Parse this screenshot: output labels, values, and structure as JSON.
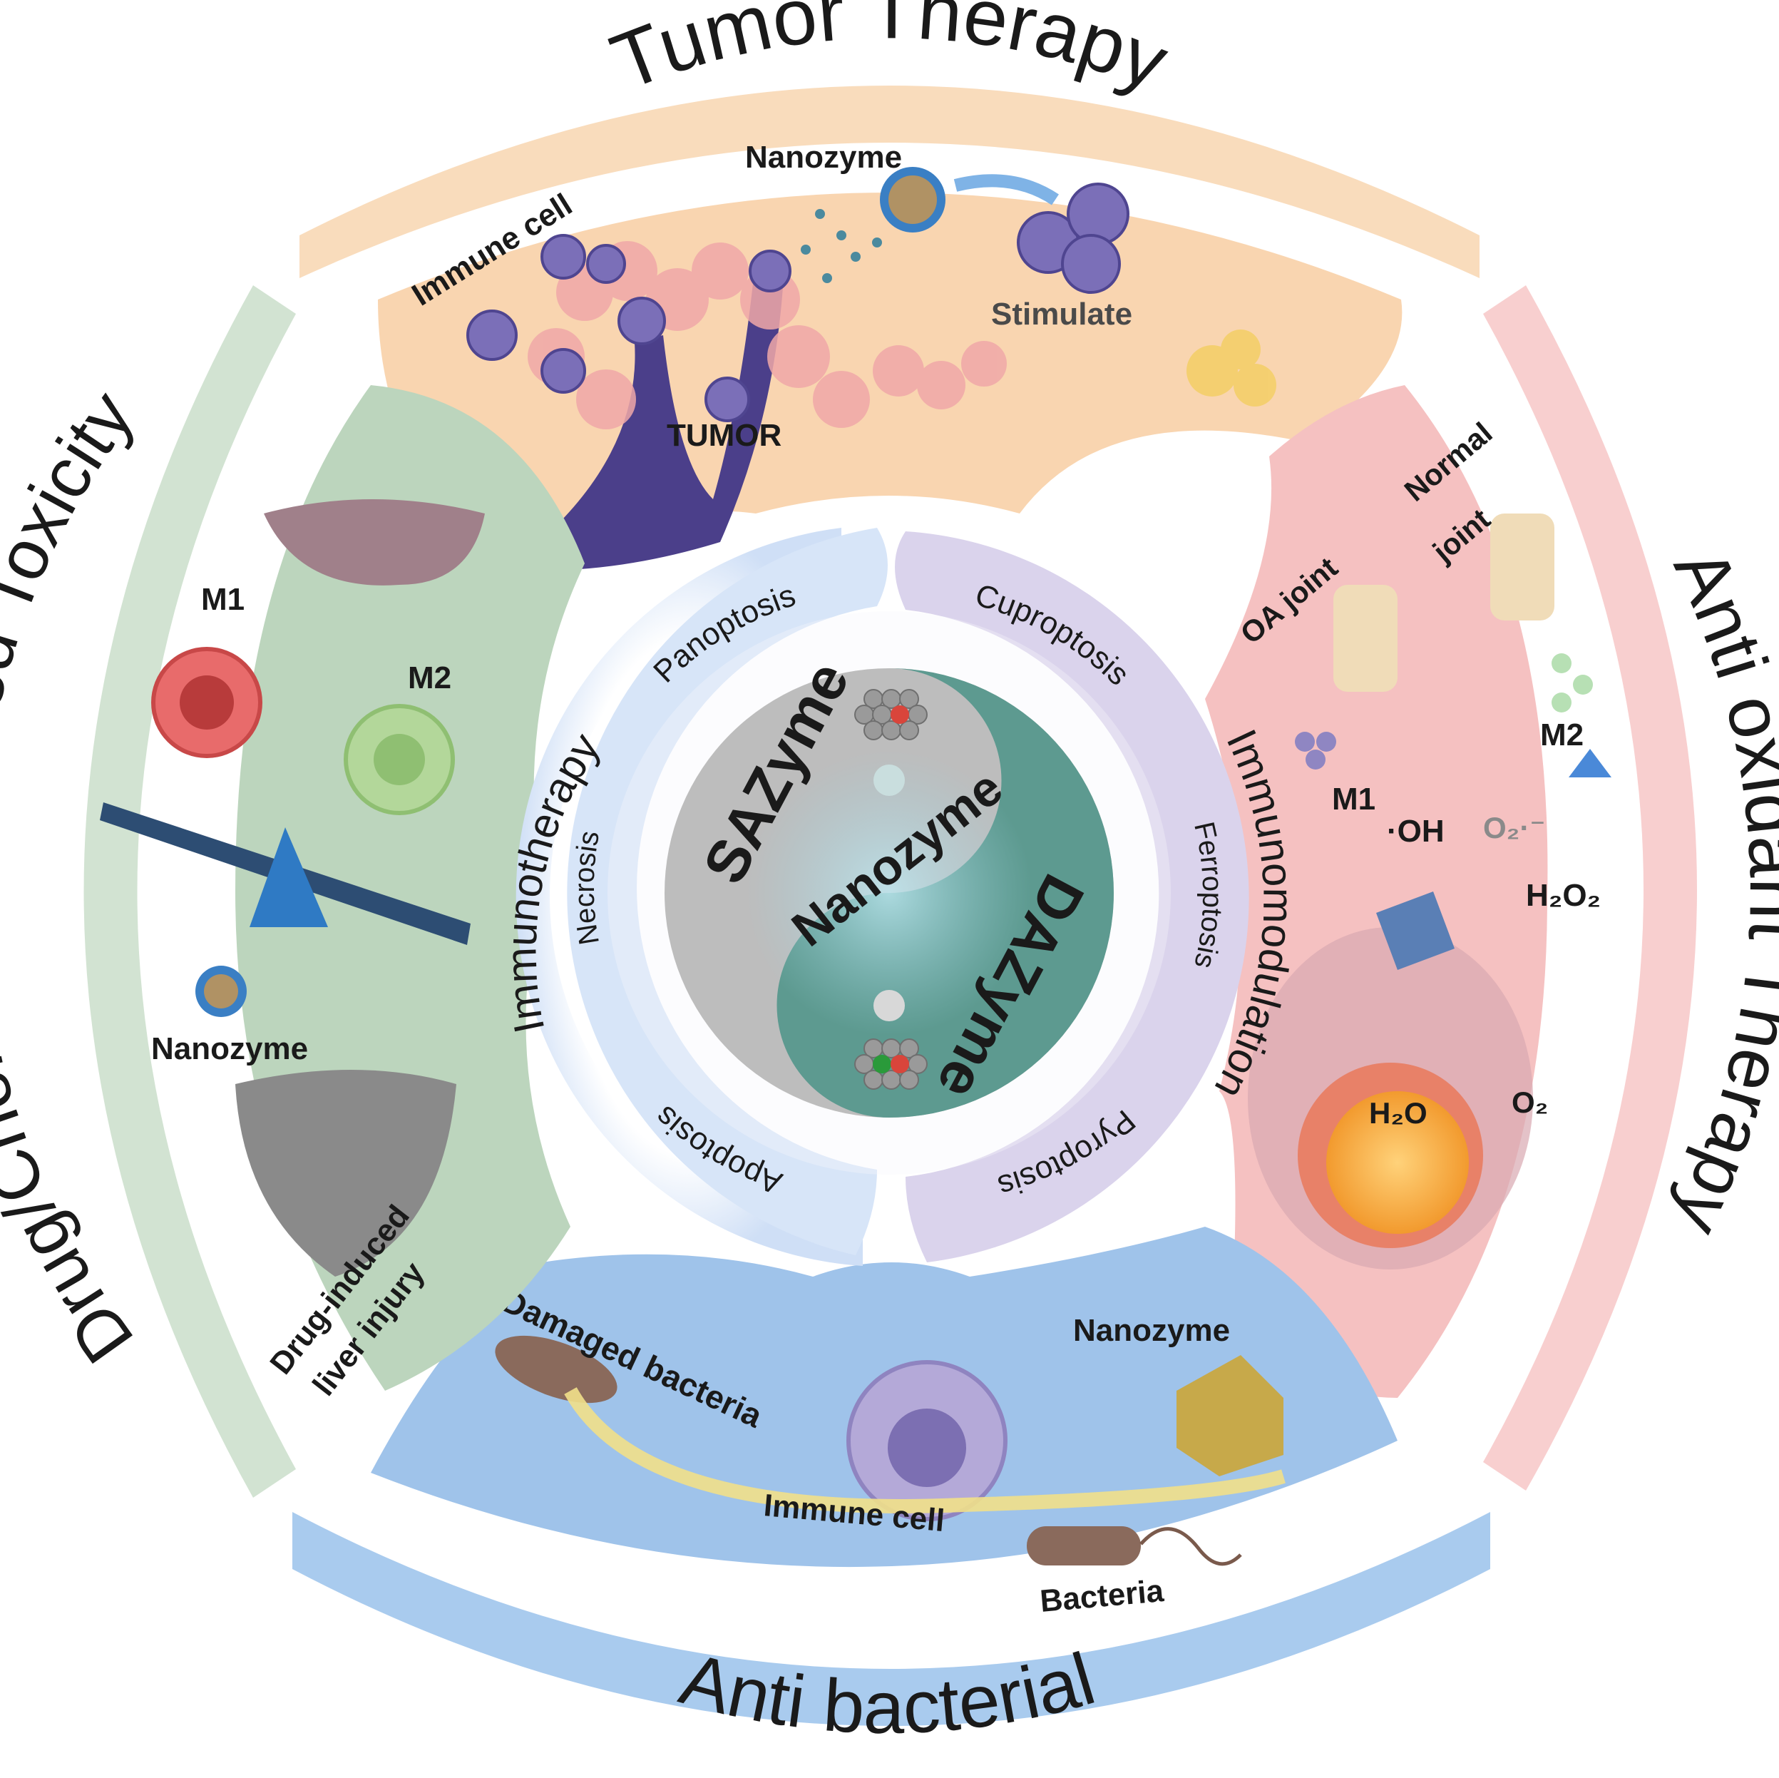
{
  "colors": {
    "tumor": "#f9d9b8",
    "tumor_inner": "#f7c9a0",
    "antioxidant": "#f7cccc",
    "antioxidant_inner": "#f2b7b7",
    "antibacterial": "#b5d2ef",
    "antibacterial_inner": "#a0c3ea",
    "toxicity": "#cfe0cf",
    "toxicity_inner": "#bcd4bf",
    "inner_blue": "#d6e4f7",
    "inner_purple": "#d9d3ec",
    "core_gray": "#bdbdbd",
    "core_teal": "#5d9a90",
    "text_dark": "#1a1a1a"
  },
  "outer_labels": {
    "tumor": "Tumor Therapy",
    "antioxidant": "Anti oxidant Therapy",
    "antibacterial": "Anti bacterial",
    "toxicity": "Drug/Chemical induced Toxicity"
  },
  "tumor_panel": {
    "immune_cell": "Immune cell",
    "nanozyme": "Nanozyme",
    "stimulate": "Stimulate",
    "tumor": "TUMOR"
  },
  "antioxidant_panel": {
    "oa_joint": "OA joint",
    "normal_joint_line1": "Normal",
    "normal_joint_line2": "joint",
    "m1": "M1",
    "m2": "M2",
    "oh": "·OH",
    "o2_radical": "O₂·⁻",
    "h2o2": "H₂O₂",
    "h2o": "H₂O",
    "o2": "O₂"
  },
  "antibacterial_panel": {
    "damaged_bacteria": "Damaged bacteria",
    "nanozyme": "Nanozyme",
    "immune_cell": "Immune cell",
    "bacteria": "Bacteria"
  },
  "toxicity_panel": {
    "m1": "M1",
    "m2": "M2",
    "nanozyme": "Nanozyme",
    "injury_line1": "Drug-induced",
    "injury_line2": "liver injury"
  },
  "inner_ring": {
    "immunotherapy": "Immunotherapy",
    "immunomodulation": "Immunomodulation",
    "panoptosis": "Panoptosis",
    "cuproptosis": "Cuproptosis",
    "necrosis": "Necrosis",
    "ferroptosis": "Ferroptosis",
    "apoptosis": "Apoptosis",
    "pyroptosis": "Pyroptosis"
  },
  "core": {
    "sazyme": "SAZyme",
    "nanozyme": "Nanozyme",
    "dazyme": "DAZyme"
  }
}
